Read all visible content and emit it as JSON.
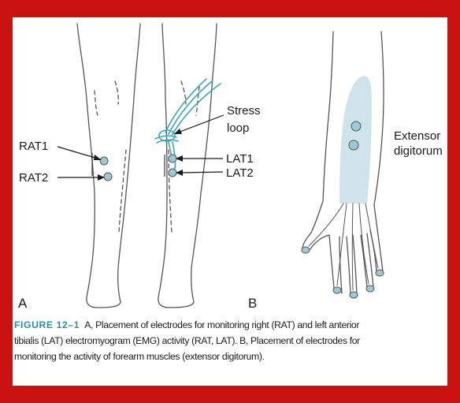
{
  "colors": {
    "border": "#c8120f",
    "accent": "#2c8ea3",
    "electrode_fill": "#9ec9d4",
    "muscle_region": "#cfe3ea",
    "wire": "#3aa6b8",
    "outline": "#555555"
  },
  "panel_a": {
    "label": "A",
    "electrodes": {
      "right_upper": "RAT1",
      "right_lower": "RAT2",
      "left_upper": "LAT1",
      "left_lower": "LAT2"
    },
    "stress_loop_label_line1": "Stress",
    "stress_loop_label_line2": "loop"
  },
  "panel_b": {
    "label": "B",
    "muscle_label_line1": "Extensor",
    "muscle_label_line2": "digitorum"
  },
  "caption": {
    "figure_label": "FIGURE 12–1",
    "line1": "A, Placement of electrodes for monitoring right (RAT) and left anterior",
    "line2": "tibialis (LAT) electromyogram (EMG) activity (RAT, LAT). B, Placement of electrodes for",
    "line3": "monitoring the activity of forearm muscles (extensor digitorum)."
  }
}
